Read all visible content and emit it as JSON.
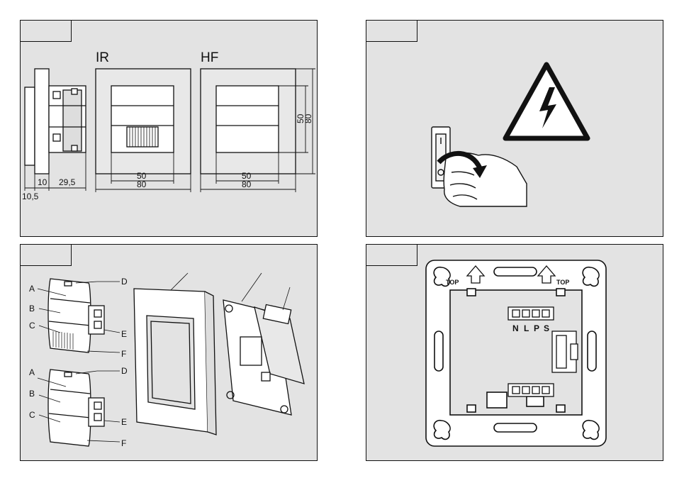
{
  "panel1": {
    "ir_label": "IR",
    "hf_label": "HF",
    "dims": {
      "side_a": "10,5",
      "side_b": "10",
      "side_c": "29,5",
      "ir_inner": "50",
      "ir_outer": "80",
      "hf_inner": "50",
      "hf_outer": "80",
      "v_inner": "50",
      "v_outer": "80"
    }
  },
  "panel2": {},
  "panel3": {
    "top_labels": [
      "A",
      "B",
      "C",
      "D",
      "E",
      "F"
    ],
    "bottom_labels": [
      "A",
      "B",
      "C",
      "D",
      "E",
      "F"
    ]
  },
  "panel4": {
    "top_left": "TOP",
    "top_right": "TOP",
    "terminals": [
      "N",
      "L",
      "P",
      "S"
    ]
  }
}
